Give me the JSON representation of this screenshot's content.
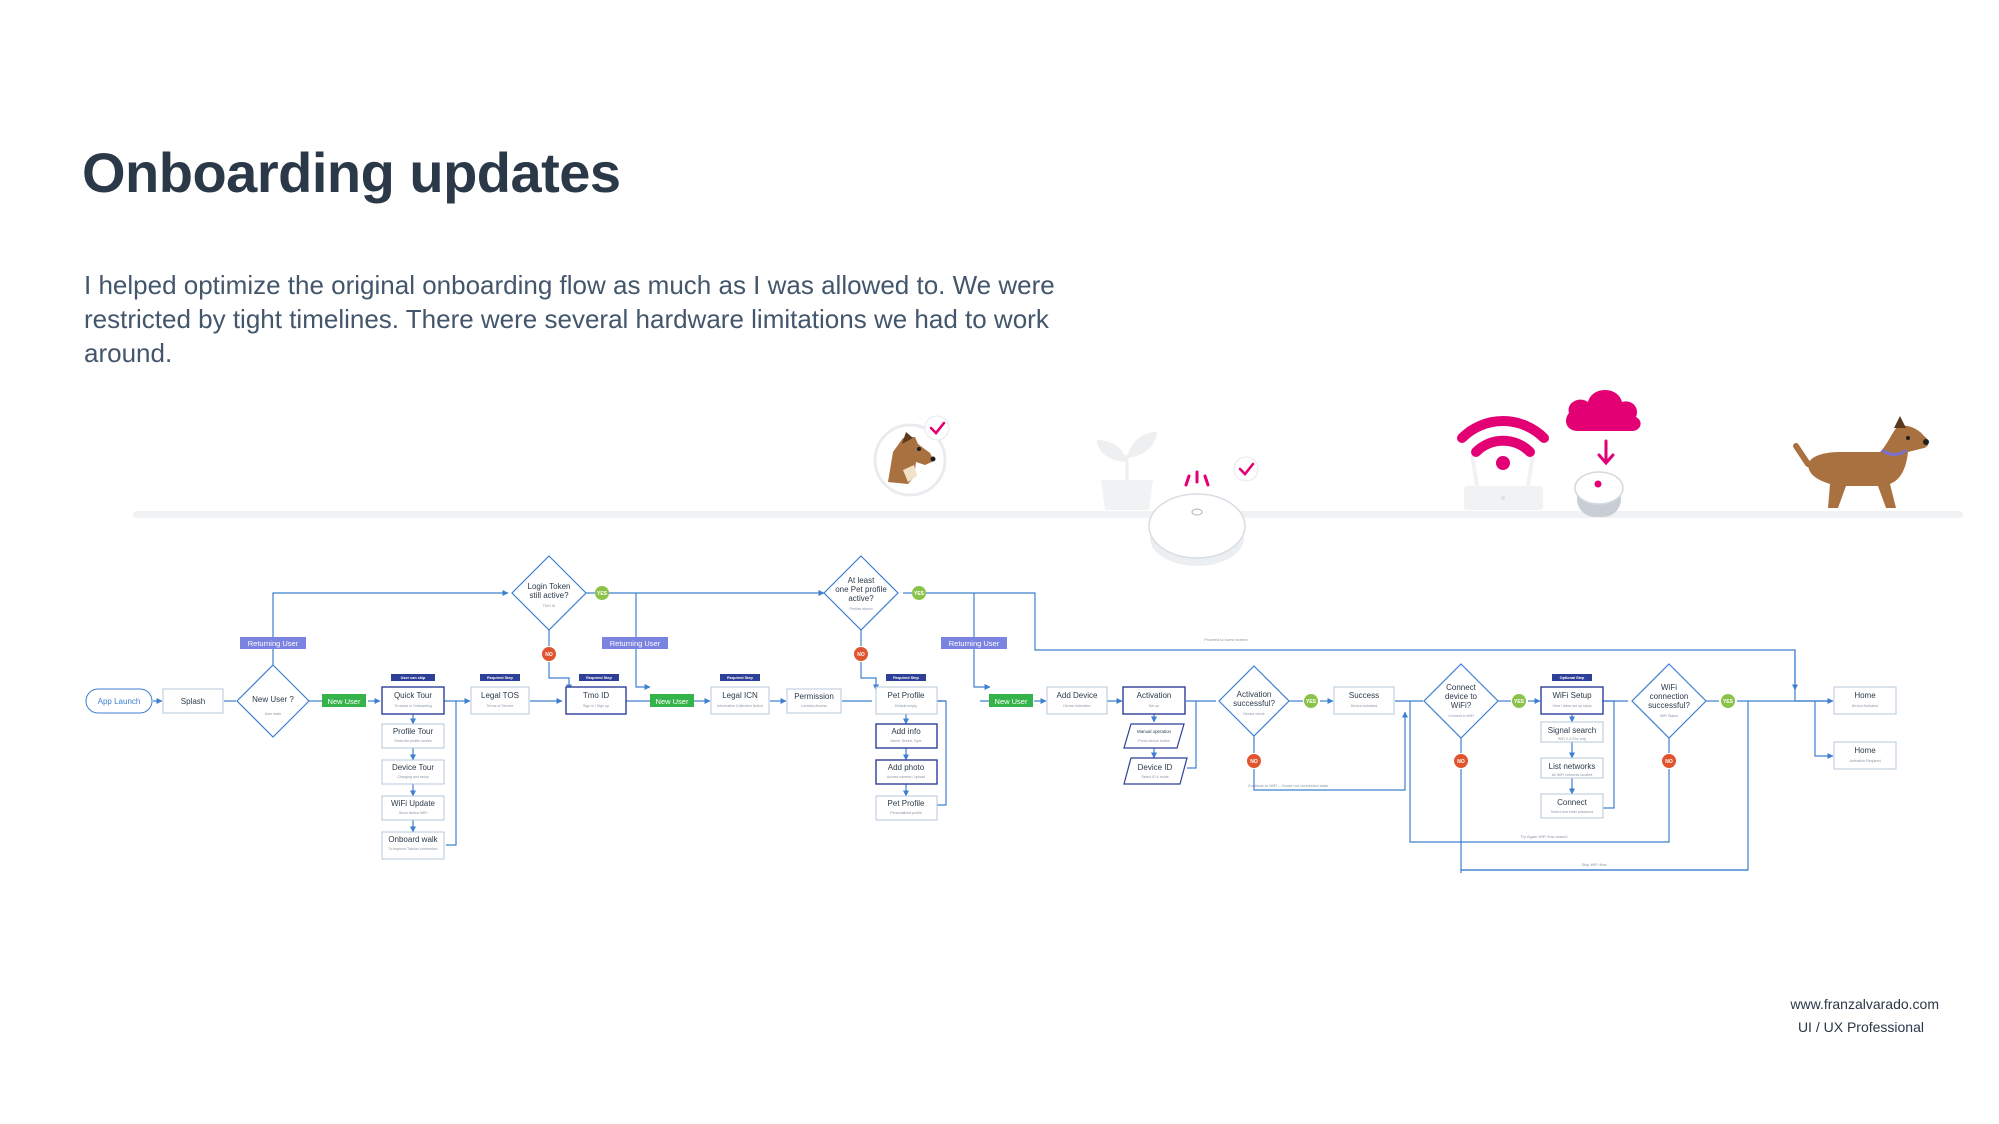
{
  "header": {
    "title": "Onboarding updates",
    "description": "I helped optimize the original onboarding flow as much as I was allowed to. We were restricted by tight timelines. There were several hardware limitations we had to work around."
  },
  "footer": {
    "website": "www.franzalvarado.com",
    "role": "UI / UX Professional"
  },
  "colors": {
    "accent_blue": "#3e7fd0",
    "magenta": "#e20074",
    "returning_user": "#7b83e0",
    "new_user": "#34b34a",
    "yes": "#8bc34a",
    "no": "#e0552f",
    "tag": "#2e3f98"
  },
  "illustrations": [
    "dog-head-check-icon",
    "plant-icon",
    "hub-device-check-icon",
    "wifi-router-icon",
    "cloud-download-icon",
    "tracker-device-icon",
    "walking-dog-icon"
  ],
  "flow": {
    "nodes": {
      "app_launch": {
        "title": "App Launch"
      },
      "splash": {
        "title": "Splash"
      },
      "new_user_q": {
        "title": "New User ?",
        "sub": "User state"
      },
      "quick_tour": {
        "title": "Quick Tour",
        "sub": "To assist in Onboarding",
        "tag": "User can skip"
      },
      "profile_tour": {
        "title": "Profile Tour",
        "sub": "Show the profile screen"
      },
      "device_tour": {
        "title": "Device Tour",
        "sub": "Charging and setup"
      },
      "wifi_update": {
        "title": "WiFi Update",
        "sub": "Show device WiFi"
      },
      "onboard_walk": {
        "title": "Onboard walk",
        "sub": "To improve Tracker connection"
      },
      "legal_tos": {
        "title": "Legal TOS",
        "sub": "Terms of Service",
        "tag": "Required Step"
      },
      "login_token": {
        "title": "Login Token still active?",
        "sub": "TMO ID"
      },
      "tmo_id": {
        "title": "Tmo ID",
        "sub": "Sign in / Sign up",
        "tag": "Required Step"
      },
      "legal_icn": {
        "title": "Legal ICN",
        "sub": "Information Collection Notice",
        "tag": "Required Step"
      },
      "permission": {
        "title": "Permission",
        "sub": "Location Access"
      },
      "pet_profile_q": {
        "title": "At least one Pet profile active?",
        "sub": "Profiles stored"
      },
      "pet_profile": {
        "title": "Pet Profile",
        "sub": "Default empty",
        "tag": "Required Step"
      },
      "add_info": {
        "title": "Add info",
        "sub": "Name, Breed, Type"
      },
      "add_photo": {
        "title": "Add photo",
        "sub": "Access camera / upload"
      },
      "pet_profile_2": {
        "title": "Pet Profile",
        "sub": "Personalized profile"
      },
      "add_device": {
        "title": "Add Device",
        "sub": "Device Activation"
      },
      "activation": {
        "title": "Activation",
        "sub": "Set up"
      },
      "manual_operation": {
        "title": "Manual operation",
        "sub": "Press device button"
      },
      "device_id": {
        "title": "Device ID",
        "sub": "Select ID # mode"
      },
      "activation_q": {
        "title": "Activation successful?",
        "sub": "Device check"
      },
      "success": {
        "title": "Success",
        "sub": "Device Activated"
      },
      "connect_wifi_q": {
        "title": "Connect device to WiFi?",
        "sub": "Connect to WiFi"
      },
      "wifi_setup": {
        "title": "WiFi Setup",
        "sub": "View / allow set up steps",
        "tag": "Optional Step"
      },
      "signal_search": {
        "title": "Signal search",
        "sub": "WiFi 2.4 Ghz only"
      },
      "list_networks": {
        "title": "List networks",
        "sub": "All WiFi networks located"
      },
      "connect": {
        "title": "Connect",
        "sub": "Select and enter password"
      },
      "wifi_conn_q": {
        "title": "WiFi connection successful?",
        "sub": "WiFi Status"
      },
      "home_1": {
        "title": "Home",
        "sub": "Device Activated"
      },
      "home_2": {
        "title": "Home",
        "sub": "Activation Required"
      }
    },
    "labels": {
      "returning_user": "Returning User",
      "new_user": "New User",
      "yes": "YES",
      "no": "NO"
    },
    "edge_labels": {
      "proceed_home": "Proceed to home screen",
      "continue_wifi": "Continue to WiFi – Home not connected state",
      "try_again": "Try Again WiFi flow search",
      "skip_wifi": "Skip WiFi flow"
    }
  }
}
